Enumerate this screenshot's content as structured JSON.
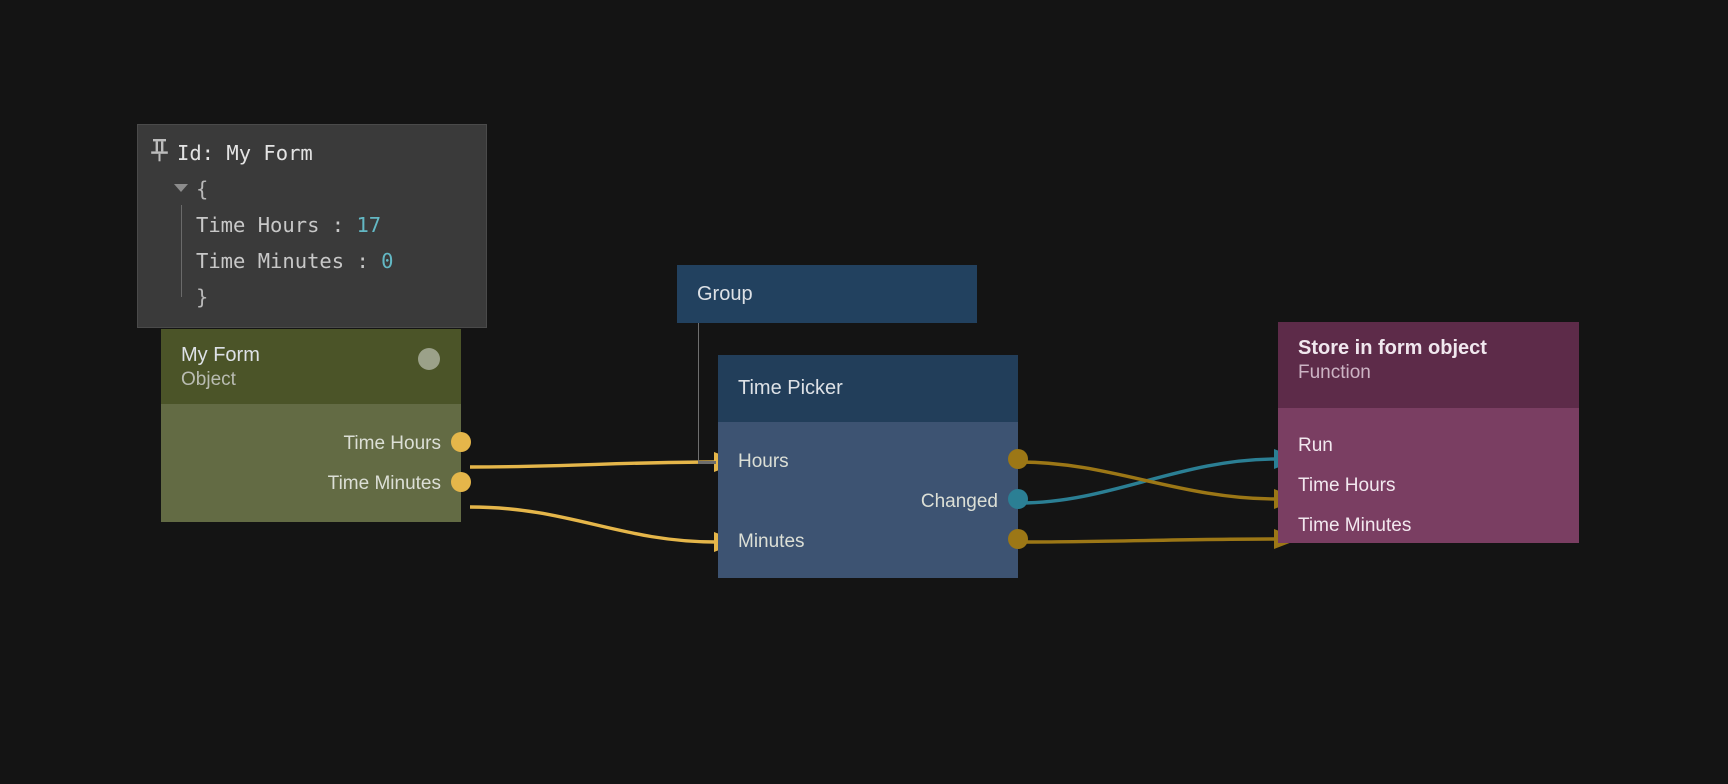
{
  "canvas": {
    "background": "#141414"
  },
  "inspector": {
    "name": "inspector-panel",
    "pin_icon": "pin-icon",
    "title": "Id: My Form",
    "open_brace": "{",
    "close_brace": "}",
    "entries": [
      {
        "key": "Time Hours",
        "separator": ":",
        "value": "17"
      },
      {
        "key": "Time Minutes",
        "separator": ":",
        "value": "0"
      }
    ],
    "value_color": "#63b8c4",
    "panel_color": "#3a3a3a"
  },
  "nodes": {
    "myform": {
      "title": "My Form",
      "subtitle": "Object",
      "header_color": "#4b5428",
      "body_color": "#636b44",
      "badge": "status-dot",
      "outputs": [
        {
          "label": "Time Hours"
        },
        {
          "label": "Time Minutes"
        }
      ]
    },
    "group": {
      "title": "Group",
      "header_color": "#22415f"
    },
    "timepicker": {
      "title": "Time Picker",
      "header_color": "#223e5a",
      "body_color": "#3d5372",
      "inputs": [
        {
          "label": "Hours"
        },
        {
          "label": "Minutes"
        }
      ],
      "outputs": [
        {
          "label": "Changed"
        }
      ]
    },
    "store": {
      "title": "Store in form object",
      "subtitle": "Function",
      "header_color": "#5d2b49",
      "body_color": "#7a3e62",
      "inputs": [
        {
          "label": "Run"
        },
        {
          "label": "Time Hours"
        },
        {
          "label": "Time Minutes"
        }
      ]
    }
  },
  "edges": [
    {
      "from": "myform.Time Hours",
      "to": "timepicker.Hours",
      "color": "#e5b64a"
    },
    {
      "from": "myform.Time Minutes",
      "to": "timepicker.Minutes",
      "color": "#e5b64a"
    },
    {
      "from": "timepicker.Changed",
      "to": "store.Run",
      "color": "#2b7f94"
    },
    {
      "from": "timepicker.Hours",
      "to": "store.Time Hours",
      "color": "#9c7716"
    },
    {
      "from": "timepicker.Minutes",
      "to": "store.Time Minutes",
      "color": "#9c7716"
    }
  ],
  "colors": {
    "edge_gold_bright": "#e5b64a",
    "edge_gold_dark": "#9c7716",
    "edge_teal": "#2b7f94",
    "port_teal": "#2b7f94",
    "text_light": "#dcdfd6"
  }
}
